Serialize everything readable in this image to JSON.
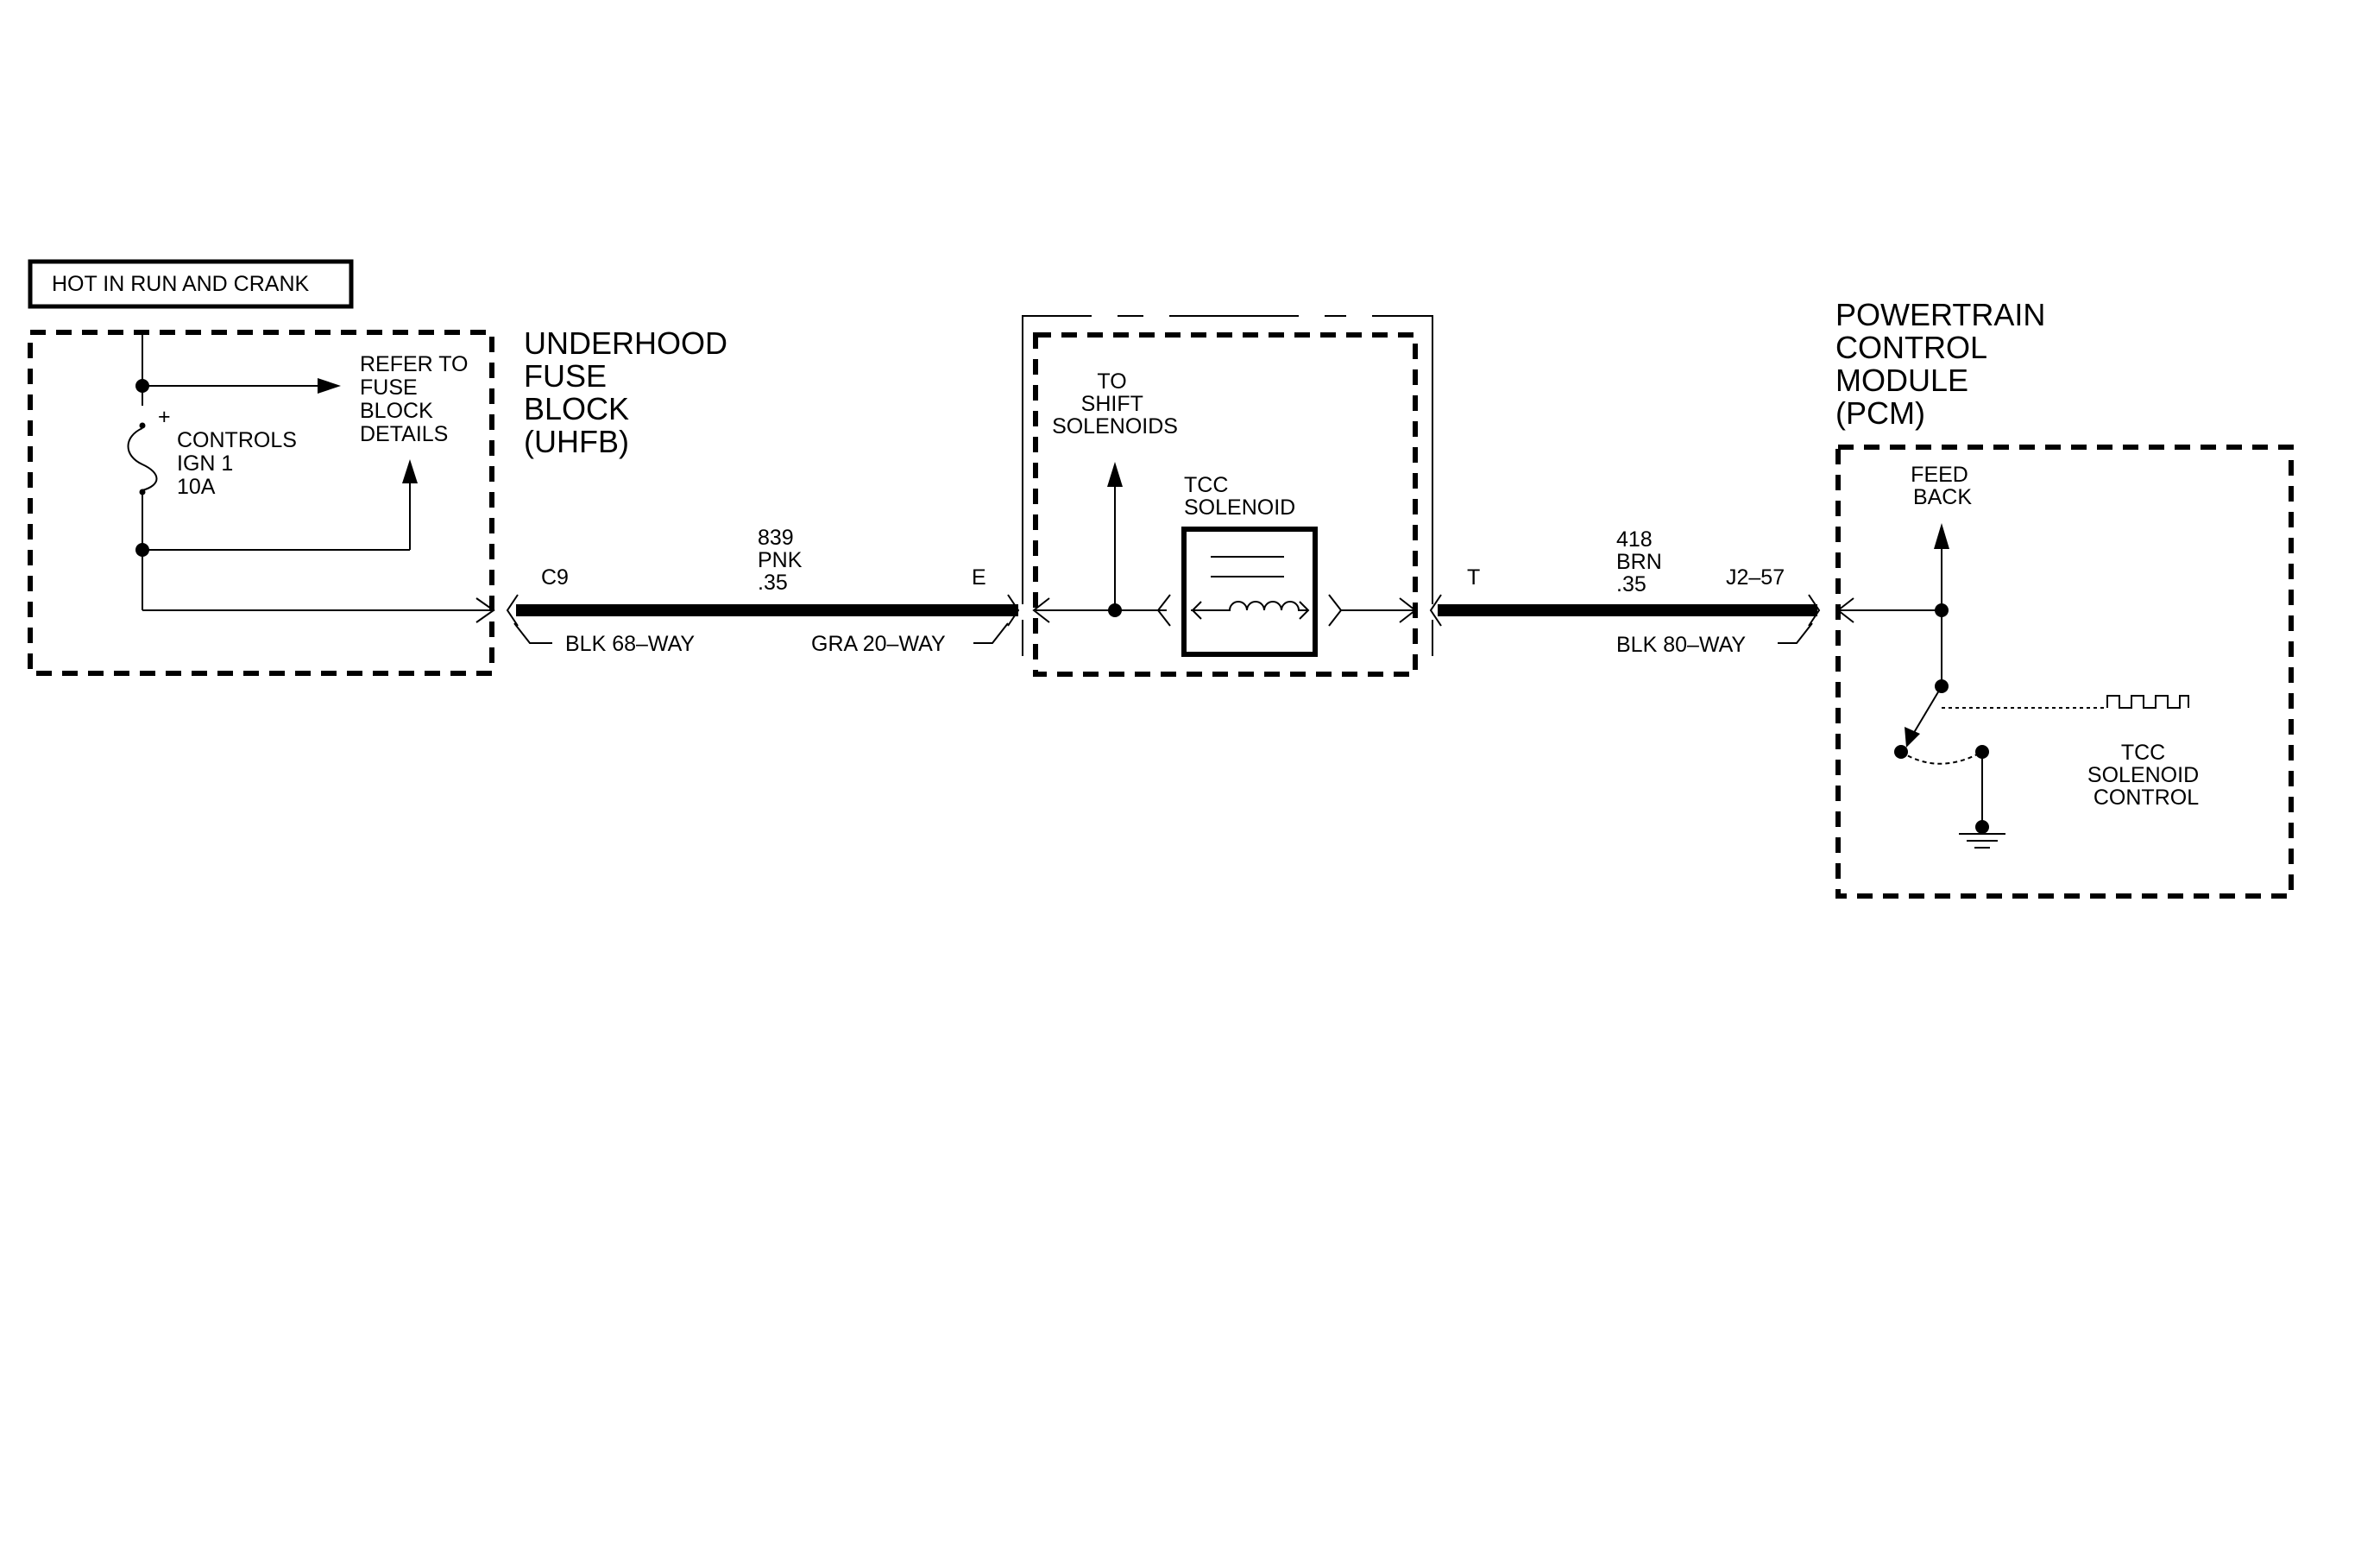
{
  "hot_box": {
    "text": "HOT IN RUN AND CRANK"
  },
  "uhfb": {
    "title_lines": [
      "UNDERHOOD",
      "FUSE",
      "BLOCK",
      "(UHFB)"
    ],
    "fuse_lines": [
      "CONTROLS",
      "IGN 1",
      "10A"
    ],
    "fuse_polarity": "+",
    "refer_lines": [
      "REFER TO",
      "FUSE",
      "BLOCK",
      "DETAILS"
    ]
  },
  "wire1": {
    "circuit_lines": [
      "839",
      "PNK",
      ".35"
    ],
    "connector_left": "C9",
    "connector_right": "E",
    "left_housing": "BLK  68–WAY",
    "right_housing": "GRA  20–WAY"
  },
  "transmission": {
    "shift_lines": [
      "TO",
      "SHIFT",
      "SOLENOIDS"
    ],
    "solenoid_lines": [
      "TCC",
      "SOLENOID"
    ]
  },
  "wire2": {
    "circuit_lines": [
      "418",
      "BRN",
      ".35"
    ],
    "connector_left": "T",
    "connector_right": "J2–57",
    "housing": "BLK  80–WAY"
  },
  "pcm": {
    "title_lines": [
      "POWERTRAIN",
      "CONTROL",
      "MODULE",
      "(PCM)"
    ],
    "feedback_lines": [
      "FEED",
      "BACK"
    ],
    "control_lines": [
      "TCC",
      "SOLENOID",
      "CONTROL"
    ]
  }
}
